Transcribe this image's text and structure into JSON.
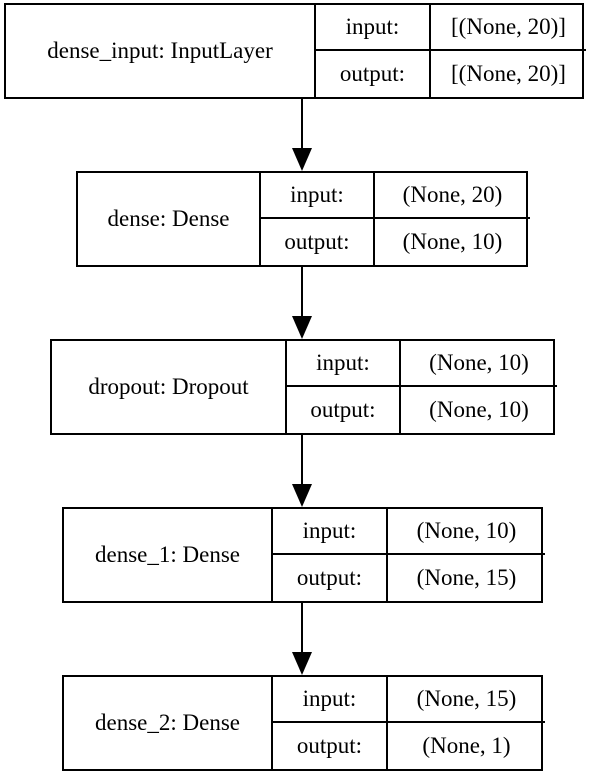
{
  "nodes": [
    {
      "name": "dense_input: InputLayer",
      "input_label": "input:",
      "input_value": "[(None, 20)]",
      "output_label": "output:",
      "output_value": "[(None, 20)]"
    },
    {
      "name": "dense: Dense",
      "input_label": "input:",
      "input_value": "(None, 20)",
      "output_label": "output:",
      "output_value": "(None, 10)"
    },
    {
      "name": "dropout: Dropout",
      "input_label": "input:",
      "input_value": "(None, 10)",
      "output_label": "output:",
      "output_value": "(None, 10)"
    },
    {
      "name": "dense_1: Dense",
      "input_label": "input:",
      "input_value": "(None, 10)",
      "output_label": "output:",
      "output_value": "(None, 15)"
    },
    {
      "name": "dense_2: Dense",
      "input_label": "input:",
      "input_value": "(None, 15)",
      "output_label": "output:",
      "output_value": "(None, 1)"
    }
  ]
}
